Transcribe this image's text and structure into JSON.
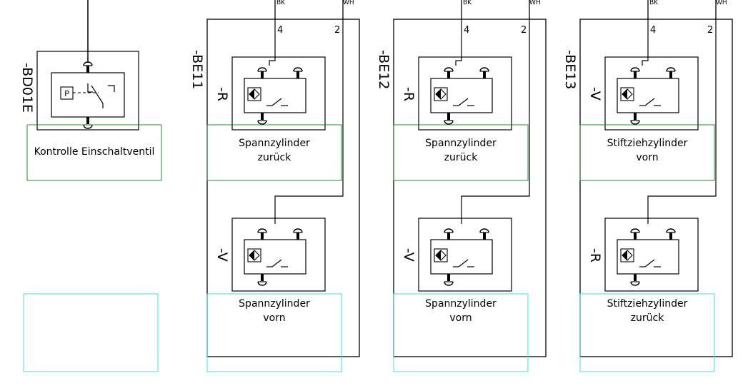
{
  "colors": {
    "line": "#000000",
    "text_frame": "#2e8b2e",
    "empty_frame": "#40e0e0"
  },
  "pressure_switch": {
    "tag": "-BD01E",
    "symbol_letter": "P",
    "caption": "Kontrolle Einschaltventil"
  },
  "sensor_groups": [
    {
      "tag": "-BE11",
      "wire_bk": "BK",
      "wire_wh": "WH",
      "term_4": "4",
      "term_2": "2",
      "upper": {
        "pos": "-R",
        "caption_1": "Spannzylinder",
        "caption_2": "zurück"
      },
      "lower": {
        "pos": "-V",
        "caption_1": "Spannzylinder",
        "caption_2": "vorn"
      }
    },
    {
      "tag": "-BE12",
      "wire_bk": "BK",
      "wire_wh": "WH",
      "term_4": "4",
      "term_2": "2",
      "upper": {
        "pos": "-R",
        "caption_1": "Spannzylinder",
        "caption_2": "zurück"
      },
      "lower": {
        "pos": "-V",
        "caption_1": "Spannzylinder",
        "caption_2": "vorn"
      }
    },
    {
      "tag": "-BE13",
      "wire_bk": "BK",
      "wire_wh": "WH",
      "term_4": "4",
      "term_2": "2",
      "upper": {
        "pos": "-V",
        "caption_1": "Stiftziehzylinder",
        "caption_2": "vorn"
      },
      "lower": {
        "pos": "-R",
        "caption_1": "Stiftziehzylinder",
        "caption_2": "zurück"
      }
    }
  ]
}
